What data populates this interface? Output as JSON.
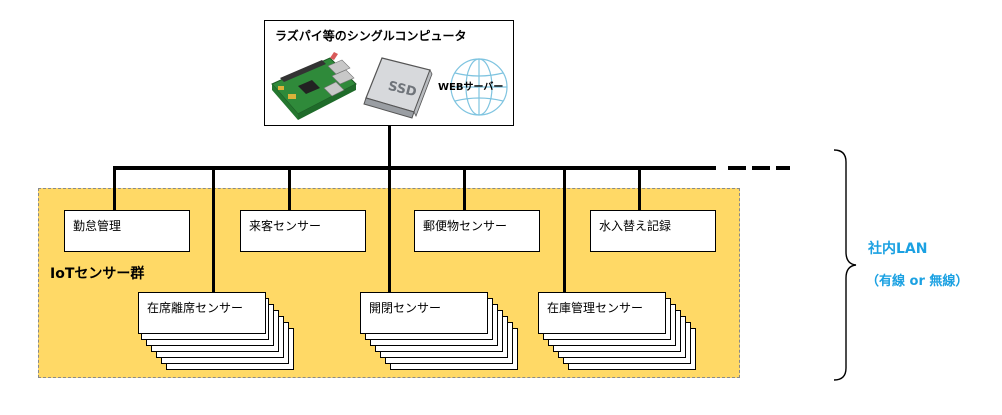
{
  "computer": {
    "title": "ラズパイ等のシングルコンピュータ",
    "ssd_label": "SSD",
    "web_label": "WEBサーバー"
  },
  "iot_group_label": "IoTセンサー群",
  "lan": {
    "label": "社内LAN",
    "sublabel": "（有線 or 無線）"
  },
  "upper_boxes": [
    {
      "label": "勤怠管理"
    },
    {
      "label": "来客センサー"
    },
    {
      "label": "郵便物センサー"
    },
    {
      "label": "水入替え記録"
    }
  ],
  "stacked_boxes": [
    {
      "label": "在席離席センサー"
    },
    {
      "label": "開閉センサー"
    },
    {
      "label": "在庫管理センサー"
    }
  ]
}
